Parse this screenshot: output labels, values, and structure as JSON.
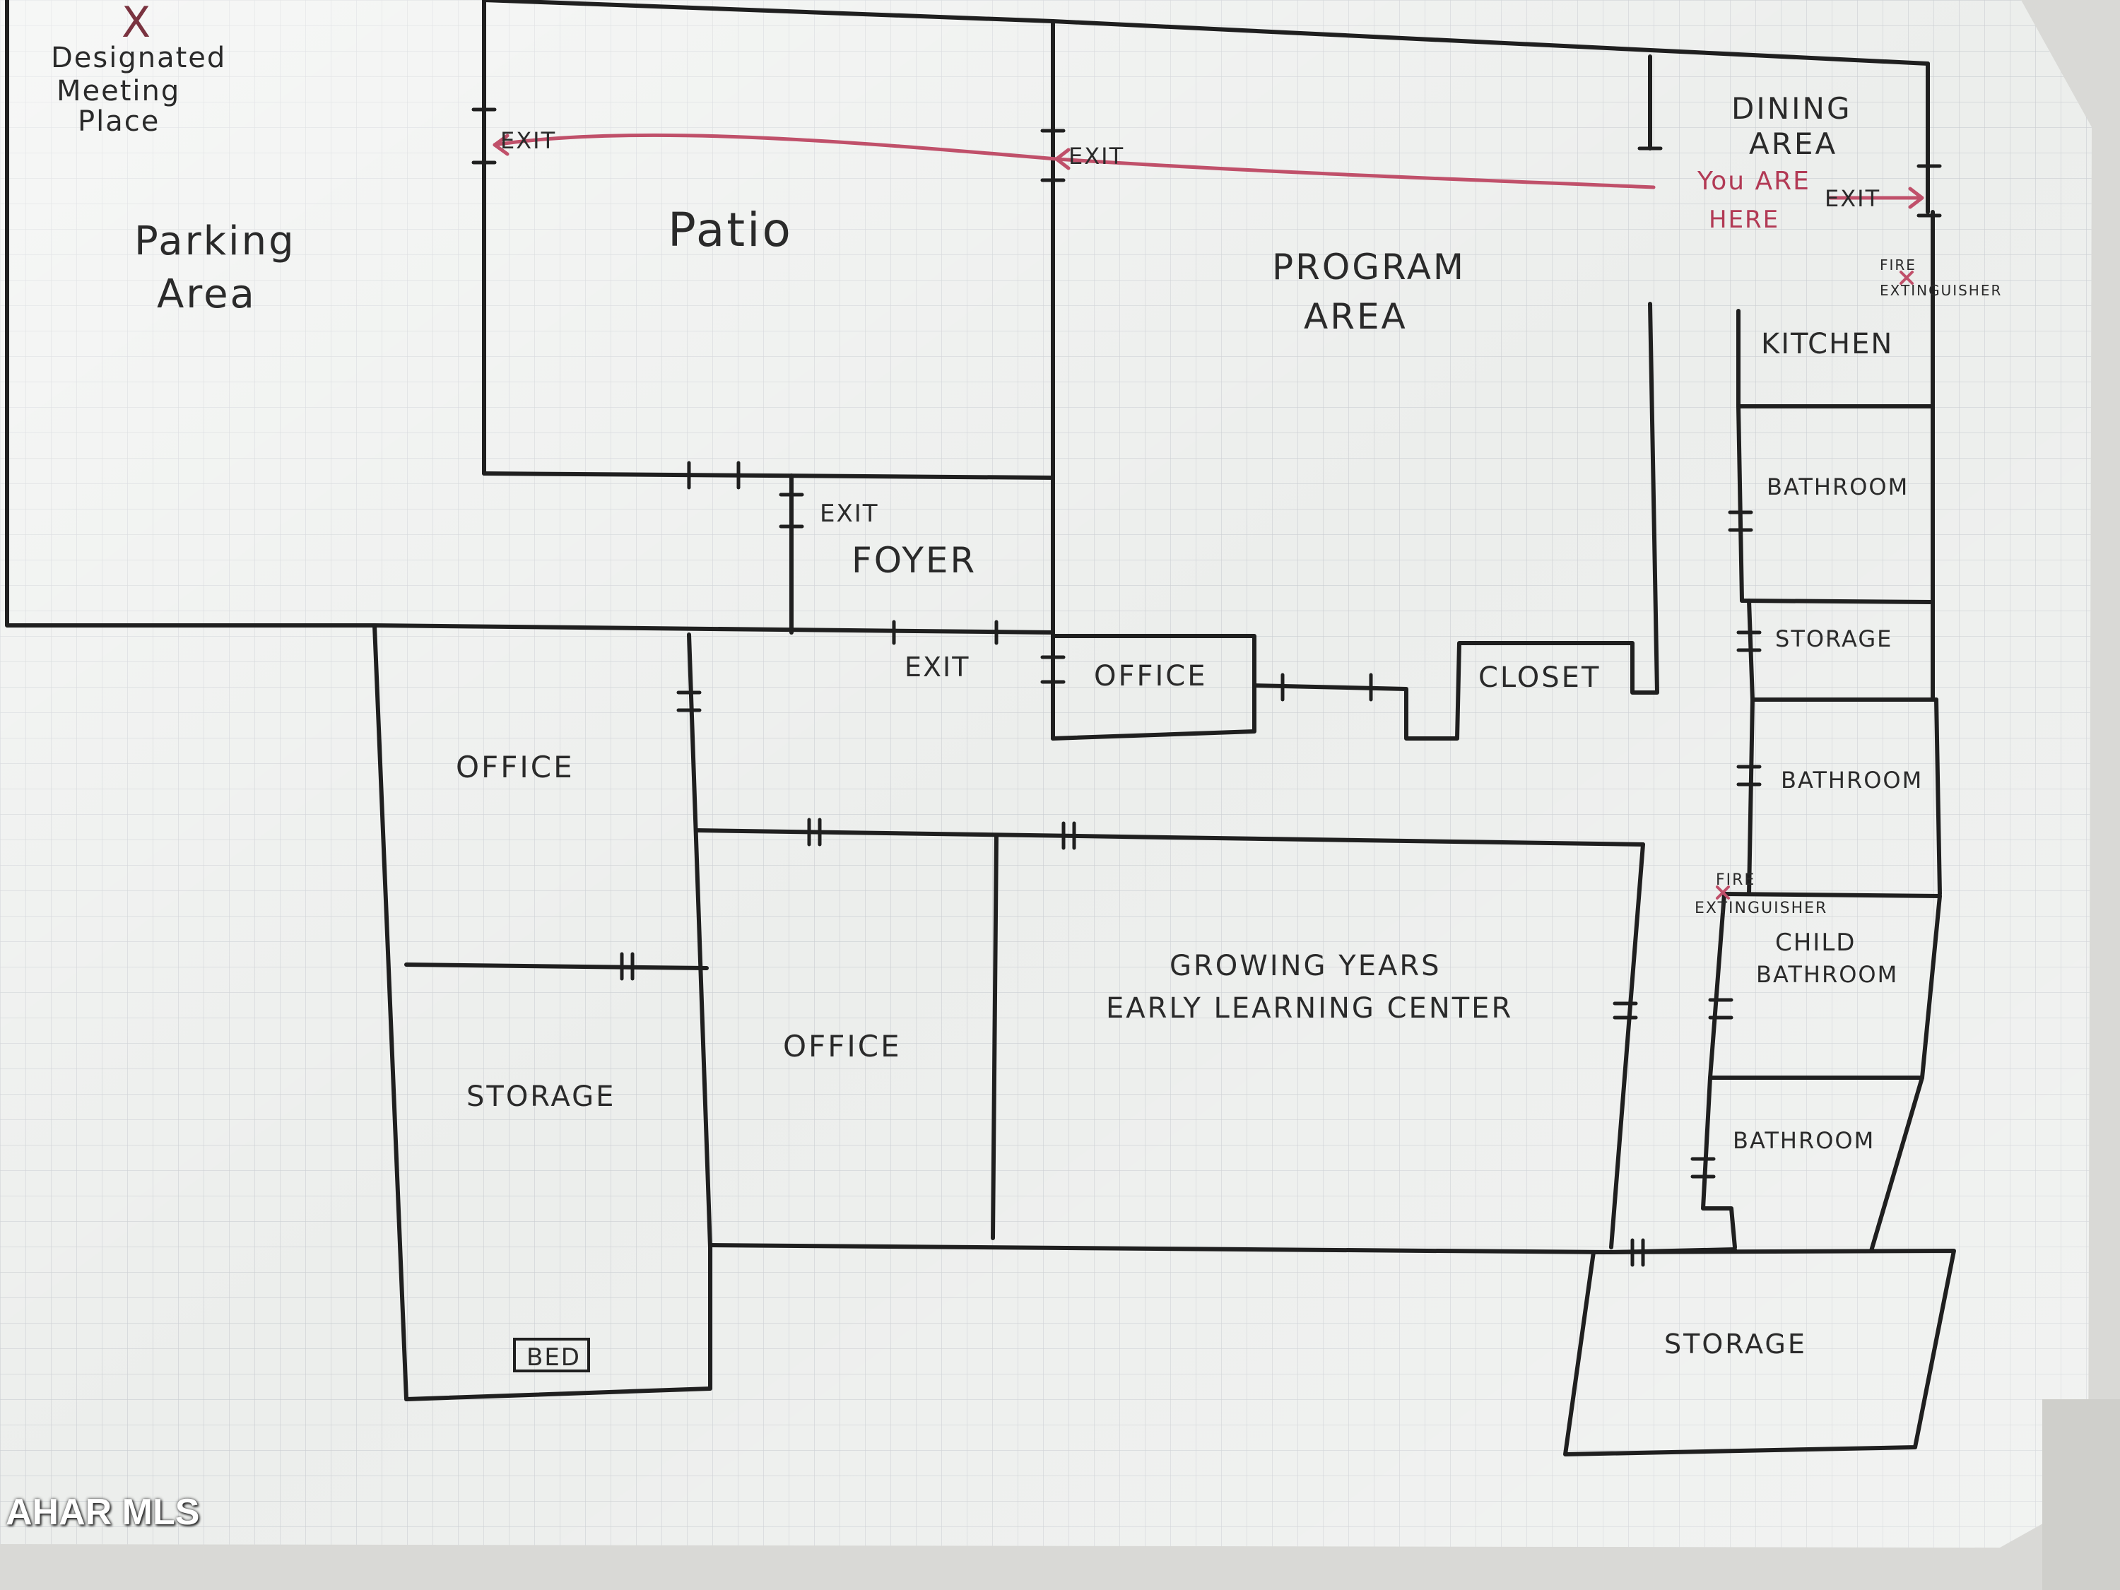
{
  "colors": {
    "ink": "#1f1f1f",
    "route": "#c0506a",
    "paper": "#eeeeea"
  },
  "meeting_place": {
    "marker": "X",
    "line1": "Designated",
    "line2": "Meeting",
    "line3": "Place"
  },
  "rooms": {
    "parking_1": "Parking",
    "parking_2": "Area",
    "patio": "Patio",
    "program_1": "PROGRAM",
    "program_2": "AREA",
    "dining_1": "DINING",
    "dining_2": "AREA",
    "foyer": "FOYER",
    "office_center": "OFFICE",
    "closet": "CLOSET",
    "office_left": "OFFICE",
    "office_mid": "OFFICE",
    "storage_left": "STORAGE",
    "bed": "BED",
    "growing_1": "GROWING YEARS",
    "growing_2": "EARLY LEARNING CENTER",
    "kitchen": "KITCHEN",
    "bathroom_1": "BATHROOM",
    "storage_right": "STORAGE",
    "bathroom_2": "BATHROOM",
    "child_1": "CHILD",
    "child_2": "BATHROOM",
    "bathroom_3": "BATHROOM",
    "storage_bottom": "STORAGE"
  },
  "exits": {
    "patio": "EXIT",
    "program": "EXIT",
    "dining": "EXIT",
    "foyer": "EXIT",
    "hall": "EXIT"
  },
  "you_are_here": {
    "line1": "You ARE",
    "line2": "HERE"
  },
  "extinguishers": {
    "top": {
      "line1": "FIRE",
      "line2": "EXTINGUISHER"
    },
    "mid": {
      "line1": "FIRE",
      "line2": "EXTINGUISHER"
    }
  },
  "watermark": "AHAR MLS"
}
